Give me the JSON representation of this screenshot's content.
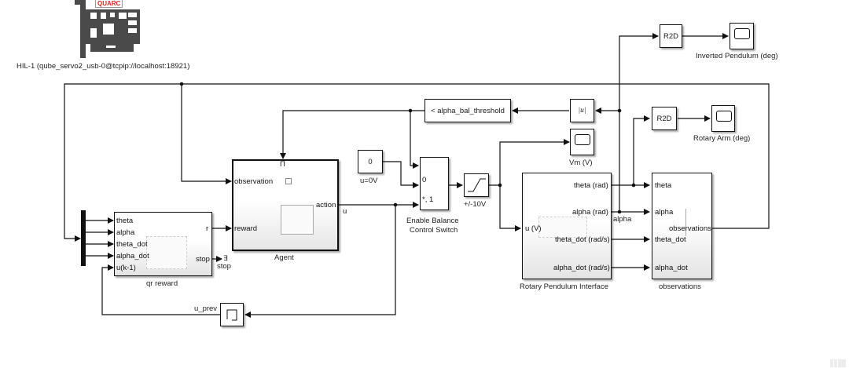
{
  "hil": {
    "label": "HIL-1 (qube_servo2_usb-0@tcpip://localhost:18921)",
    "brand": "QUARC",
    "icon": "hil-board-icon"
  },
  "blocks": {
    "qr_reward": {
      "name": "qr reward",
      "inputs": [
        "theta",
        "alpha",
        "theta_dot",
        "alpha_dot",
        "u(k-1)"
      ],
      "outputs": [
        "r",
        "stop"
      ]
    },
    "stop": {
      "name": "stop"
    },
    "agent": {
      "name": "Agent",
      "inputs": [
        "observation",
        "reward"
      ],
      "outputs": [
        "action"
      ],
      "trigger_icon": "pulse-icon"
    },
    "const_zero": {
      "value": "0",
      "name": "u=0V"
    },
    "switch": {
      "name_line1": "Enable Balance",
      "name_line2": "Control Switch",
      "port_0": "0",
      "port_star": "*, 1"
    },
    "saturation": {
      "name": "+/-10V"
    },
    "threshold": {
      "label": "< alpha_bal_threshold"
    },
    "abs": {
      "label": "|u|"
    },
    "vm_scope": {
      "name": "Vm (V)"
    },
    "rpi": {
      "name": "Rotary Pendulum Interface",
      "inputs": [
        "u (V)"
      ],
      "outputs": [
        "theta (rad)",
        "alpha (rad)",
        "theta_dot (rad/s)",
        "alpha_dot (rad/s)"
      ]
    },
    "observations": {
      "name": "observations",
      "inputs": [
        "theta",
        "alpha",
        "theta_dot",
        "alpha_dot"
      ],
      "outputs": [
        "observations"
      ]
    },
    "r2d_top": {
      "label": "R2D"
    },
    "r2d_mid": {
      "label": "R2D"
    },
    "scope_pendulum": {
      "name": "Inverted Pendulum (deg)"
    },
    "scope_arm": {
      "name": "Rotary Arm (deg)"
    },
    "delay": {
      "name": "u_prev"
    }
  },
  "signals": {
    "u": "u",
    "alpha": "alpha",
    "u_prev": "u_prev"
  }
}
